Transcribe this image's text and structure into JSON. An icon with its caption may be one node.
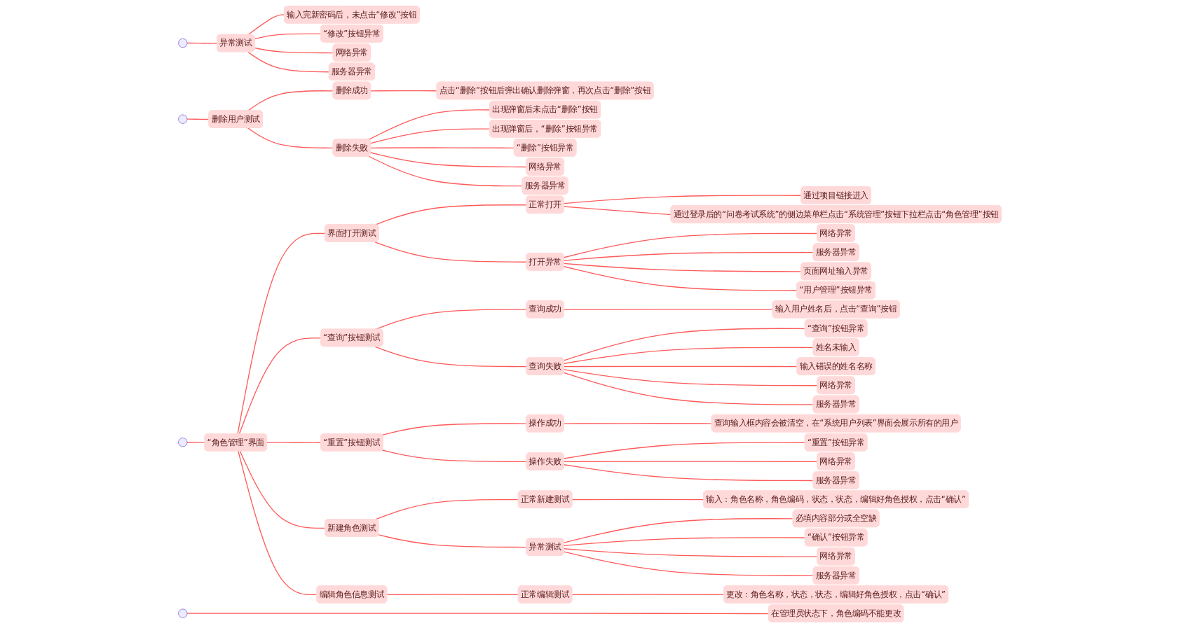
{
  "diagram": {
    "nodes": [
      {
        "text": [
          "异常测试"
        ]
      },
      {
        "text": [
          "输入完新密码后，未点击“修改”按钮"
        ]
      },
      {
        "text": [
          "“修改”按钮异常"
        ]
      },
      {
        "text": [
          "网络异常"
        ]
      },
      {
        "text": [
          "服务器异常"
        ]
      },
      {
        "text": [
          "删除用户测试"
        ]
      },
      {
        "text": [
          "删除成功"
        ]
      },
      {
        "text": [
          "点击“删除”按钮后弹出确认删除弹窗，再次点击“删除”按钮"
        ]
      },
      {
        "text": [
          "删除失败"
        ]
      },
      {
        "text": [
          "出现弹窗后未点击“删除”按钮"
        ]
      },
      {
        "text": [
          "出现弹窗后，“删除”按钮异常"
        ]
      },
      {
        "text": [
          "“删除”按钮异常"
        ]
      },
      {
        "text": [
          "网络异常"
        ]
      },
      {
        "text": [
          "服务器异常"
        ]
      },
      {
        "text": [
          "“角色管理”界面"
        ]
      },
      {
        "text": [
          "界面打开测试"
        ]
      },
      {
        "text": [
          "正常打开"
        ]
      },
      {
        "text": [
          "通过项目链接进入"
        ]
      },
      {
        "text": [
          "通过登录后的“问卷考试系统”的侧边菜单栏点击“系统管理”按钮下拉栏点击“角色管理”按钮"
        ]
      },
      {
        "text": [
          "打开异常"
        ]
      },
      {
        "text": [
          "网络异常"
        ]
      },
      {
        "text": [
          "服务器异常"
        ]
      },
      {
        "text": [
          "页面网址输入异常"
        ]
      },
      {
        "text": [
          "“用户管理”按钮异常"
        ]
      },
      {
        "text": [
          "“查询”按钮测试"
        ]
      },
      {
        "text": [
          "查询成功"
        ]
      },
      {
        "text": [
          "输入用户姓名后，点击“查询”按钮"
        ]
      },
      {
        "text": [
          "查询失败"
        ]
      },
      {
        "text": [
          "“查询”按钮异常"
        ]
      },
      {
        "text": [
          "姓名未输入"
        ]
      },
      {
        "text": [
          "输入错误的姓名名称"
        ]
      },
      {
        "text": [
          "网络异常"
        ]
      },
      {
        "text": [
          "服务器异常"
        ]
      },
      {
        "text": [
          "“重置”按钮测试"
        ]
      },
      {
        "text": [
          "操作成功"
        ]
      },
      {
        "text": [
          "查询输入框内容会被清空，在“系统用户列表”界面会展示所有的用户"
        ]
      },
      {
        "text": [
          "操作失败"
        ]
      },
      {
        "text": [
          "“重置”按钮异常"
        ]
      },
      {
        "text": [
          "网络异常"
        ]
      },
      {
        "text": [
          "服务器异常"
        ]
      },
      {
        "text": [
          "新建角色测试"
        ]
      },
      {
        "text": [
          "正常新建测试"
        ]
      },
      {
        "text": [
          "输入：角色名称，角色编码，状态，状态，编辑好角色授权，点击“确认”"
        ]
      },
      {
        "text": [
          "异常测试"
        ]
      },
      {
        "text": [
          "必填内容部分或全空缺"
        ]
      },
      {
        "text": [
          "“确认”按钮异常"
        ]
      },
      {
        "text": [
          "网络异常"
        ]
      },
      {
        "text": [
          "服务器异常"
        ]
      },
      {
        "text": [
          "编辑角色信息测试"
        ]
      },
      {
        "text": [
          "正常编辑测试"
        ]
      },
      {
        "text": [
          "更改：角色名称，状态，状态，编辑好角色授权，点击“确认”"
        ]
      },
      {
        "text": [
          "在管理员状态下，角色编码不能更改"
        ]
      }
    ],
    "edges": [
      {
        "from": null,
        "to": 0,
        "arrow": "none"
      },
      {
        "from": 0,
        "to": 1,
        "arrow": "none"
      },
      {
        "from": 0,
        "to": 2,
        "arrow": "none"
      },
      {
        "from": 0,
        "to": 3,
        "arrow": "none"
      },
      {
        "from": 0,
        "to": 4,
        "arrow": "none"
      },
      {
        "from": null,
        "to": 5,
        "arrow": "none"
      },
      {
        "from": 5,
        "to": 6,
        "arrow": "none"
      },
      {
        "from": 6,
        "to": 7,
        "arrow": "none"
      },
      {
        "from": 5,
        "to": 8,
        "arrow": "none"
      },
      {
        "from": 8,
        "to": 9,
        "arrow": "none"
      },
      {
        "from": 8,
        "to": 10,
        "arrow": "none"
      },
      {
        "from": 8,
        "to": 11,
        "arrow": "none"
      },
      {
        "from": 8,
        "to": 12,
        "arrow": "none"
      },
      {
        "from": 8,
        "to": 13,
        "arrow": "none"
      },
      {
        "from": null,
        "to": 14,
        "arrow": "none"
      },
      {
        "from": 14,
        "to": 15,
        "arrow": "none"
      },
      {
        "from": 15,
        "to": 16,
        "arrow": "none"
      },
      {
        "from": 16,
        "to": 17,
        "arrow": "none"
      },
      {
        "from": 16,
        "to": 18,
        "arrow": "none"
      },
      {
        "from": 15,
        "to": 19,
        "arrow": "none"
      },
      {
        "from": 19,
        "to": 20,
        "arrow": "none"
      },
      {
        "from": 19,
        "to": 21,
        "arrow": "none"
      },
      {
        "from": 19,
        "to": 22,
        "arrow": "none"
      },
      {
        "from": 19,
        "to": 23,
        "arrow": "none"
      },
      {
        "from": 14,
        "to": 24,
        "arrow": "none"
      },
      {
        "from": 24,
        "to": 25,
        "arrow": "none"
      },
      {
        "from": 25,
        "to": 26,
        "arrow": "none"
      },
      {
        "from": 24,
        "to": 27,
        "arrow": "none"
      },
      {
        "from": 27,
        "to": 28,
        "arrow": "none"
      },
      {
        "from": 27,
        "to": 29,
        "arrow": "none"
      },
      {
        "from": 27,
        "to": 30,
        "arrow": "none"
      },
      {
        "from": 27,
        "to": 31,
        "arrow": "none"
      },
      {
        "from": 27,
        "to": 32,
        "arrow": "none"
      },
      {
        "from": 14,
        "to": 33,
        "arrow": "none"
      },
      {
        "from": 33,
        "to": 34,
        "arrow": "none"
      },
      {
        "from": 34,
        "to": 35,
        "arrow": "none"
      },
      {
        "from": 33,
        "to": 36,
        "arrow": "none"
      },
      {
        "from": 36,
        "to": 37,
        "arrow": "none"
      },
      {
        "from": 36,
        "to": 38,
        "arrow": "none"
      },
      {
        "from": 36,
        "to": 39,
        "arrow": "none"
      },
      {
        "from": 14,
        "to": 40,
        "arrow": "none"
      },
      {
        "from": 40,
        "to": 41,
        "arrow": "none"
      },
      {
        "from": 41,
        "to": 42,
        "arrow": "none"
      },
      {
        "from": 40,
        "to": 43,
        "arrow": "none"
      },
      {
        "from": 43,
        "to": 44,
        "arrow": "none"
      },
      {
        "from": 43,
        "to": 45,
        "arrow": "none"
      },
      {
        "from": 43,
        "to": 46,
        "arrow": "none"
      },
      {
        "from": 43,
        "to": 47,
        "arrow": "none"
      },
      {
        "from": 14,
        "to": 48,
        "arrow": "none"
      },
      {
        "from": 48,
        "to": 49,
        "arrow": "none"
      },
      {
        "from": 49,
        "to": 50,
        "arrow": "none"
      },
      {
        "from": null,
        "to": 51,
        "arrow": "none"
      }
    ]
  }
}
